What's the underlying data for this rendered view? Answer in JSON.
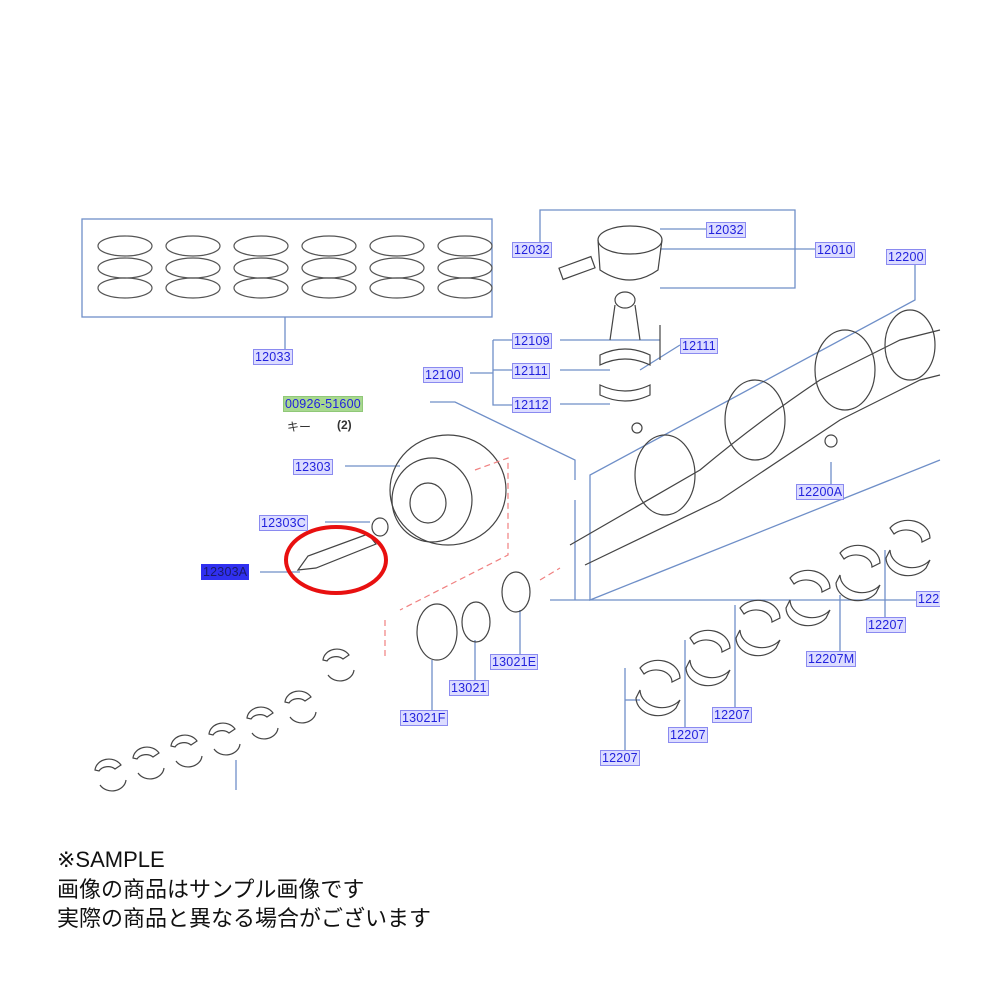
{
  "part_labels": {
    "piston_pin_clip": "12032",
    "piston_pin": "12032",
    "piston": "12010",
    "crankshaft_assembly": "12200",
    "piston_ring_set": "12033",
    "conrod_bolt": "12109",
    "conrod_nut": "12111",
    "conrod_assembly": "12100",
    "conrod_cap": "12111",
    "conrod_bearing": "12112",
    "key_part_number": "00926-51600",
    "key_name": "キー",
    "key_qty": "(2)",
    "crank_pulley": "12303",
    "crank_plug": "12200A",
    "pulley_washer": "12303C",
    "pulley_bolt": "12303A",
    "oil_pump_spacer": "13021E",
    "crank_sprocket": "13021",
    "sprocket_plate": "13021F",
    "main_bearing_1": "12207",
    "main_bearing_m": "12207M",
    "main_bearing_2": "12207",
    "main_bearing_3": "12207",
    "main_bearing_4": "12207",
    "main_bearing_5": "122"
  },
  "notice": {
    "line1": "※SAMPLE",
    "line2": "画像の商品はサンプル画像です",
    "line3": "実際の商品と異なる場合がございます"
  },
  "colors": {
    "highlight_circle": "#e81010",
    "leader_line": "#6f8fc8",
    "label_text": "#2222dd"
  }
}
